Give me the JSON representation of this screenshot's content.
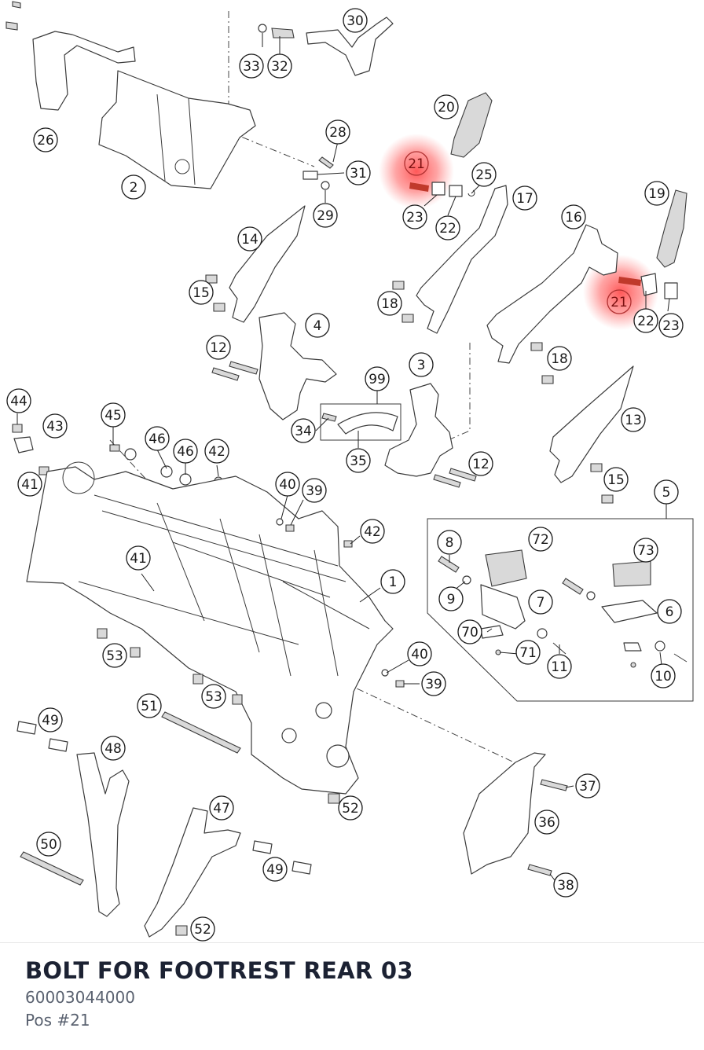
{
  "part": {
    "title": "BOLT FOR FOOTREST REAR 03",
    "number": "60003044000",
    "position": "Pos #21",
    "highlighted_callout": "21"
  },
  "colors": {
    "highlight": "#ff3b3b",
    "title": "#1c2233",
    "secondary_text": "#5a6270"
  },
  "callouts": [
    {
      "label": "1"
    },
    {
      "label": "2"
    },
    {
      "label": "3"
    },
    {
      "label": "4"
    },
    {
      "label": "5"
    },
    {
      "label": "6"
    },
    {
      "label": "7"
    },
    {
      "label": "8"
    },
    {
      "label": "9"
    },
    {
      "label": "10"
    },
    {
      "label": "11"
    },
    {
      "label": "12"
    },
    {
      "label": "12"
    },
    {
      "label": "13"
    },
    {
      "label": "14"
    },
    {
      "label": "15"
    },
    {
      "label": "15"
    },
    {
      "label": "16"
    },
    {
      "label": "17"
    },
    {
      "label": "18"
    },
    {
      "label": "18"
    },
    {
      "label": "19"
    },
    {
      "label": "20"
    },
    {
      "label": "21"
    },
    {
      "label": "21"
    },
    {
      "label": "22"
    },
    {
      "label": "22"
    },
    {
      "label": "23"
    },
    {
      "label": "23"
    },
    {
      "label": "25"
    },
    {
      "label": "26"
    },
    {
      "label": "28"
    },
    {
      "label": "29"
    },
    {
      "label": "30"
    },
    {
      "label": "31"
    },
    {
      "label": "32"
    },
    {
      "label": "33"
    },
    {
      "label": "34"
    },
    {
      "label": "35"
    },
    {
      "label": "36"
    },
    {
      "label": "37"
    },
    {
      "label": "38"
    },
    {
      "label": "39"
    },
    {
      "label": "39"
    },
    {
      "label": "40"
    },
    {
      "label": "40"
    },
    {
      "label": "41"
    },
    {
      "label": "41"
    },
    {
      "label": "42"
    },
    {
      "label": "42"
    },
    {
      "label": "43"
    },
    {
      "label": "44"
    },
    {
      "label": "45"
    },
    {
      "label": "46"
    },
    {
      "label": "46"
    },
    {
      "label": "47"
    },
    {
      "label": "48"
    },
    {
      "label": "49"
    },
    {
      "label": "49"
    },
    {
      "label": "50"
    },
    {
      "label": "51"
    },
    {
      "label": "52"
    },
    {
      "label": "52"
    },
    {
      "label": "53"
    },
    {
      "label": "53"
    },
    {
      "label": "70"
    },
    {
      "label": "71"
    },
    {
      "label": "72"
    },
    {
      "label": "73"
    },
    {
      "label": "99"
    }
  ]
}
